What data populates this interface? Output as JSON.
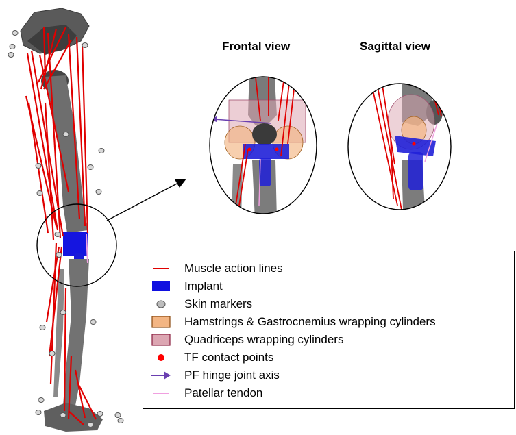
{
  "views": {
    "frontal_title": "Frontal view",
    "sagittal_title": "Sagittal view"
  },
  "legend": {
    "items": [
      {
        "label": "Muscle action lines",
        "symbol": "red-line-icon",
        "color": "#e00000"
      },
      {
        "label": "Implant",
        "symbol": "blue-rectangle-icon",
        "color": "#1010e0"
      },
      {
        "label": "Skin markers",
        "symbol": "grey-ellipse-icon",
        "color": "#bdbdbd"
      },
      {
        "label": "Hamstrings & Gastrocnemius wrapping cylinders",
        "symbol": "orange-rectangle-icon",
        "color": "#f3b583"
      },
      {
        "label": "Quadriceps wrapping cylinders",
        "symbol": "pink-rectangle-icon",
        "color": "#dca6b2"
      },
      {
        "label": "TF contact points",
        "symbol": "red-dot-icon",
        "color": "#ff0000"
      },
      {
        "label": "PF hinge joint axis",
        "symbol": "purple-arrow-icon",
        "color": "#6a3fb0"
      },
      {
        "label": "Patellar tendon",
        "symbol": "pink-line-icon",
        "color": "#f0a0e0"
      }
    ]
  },
  "colors": {
    "bone": "#6e6e6e",
    "bone_dark": "#4a4a4a",
    "muscle": "#e00000",
    "implant": "#1010e0"
  }
}
